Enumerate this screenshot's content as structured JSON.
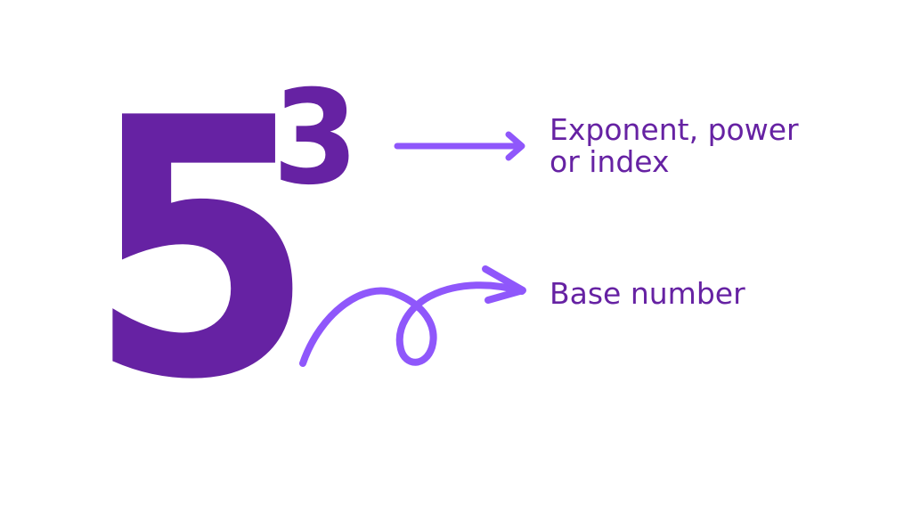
{
  "expression": {
    "base": "5",
    "exponent": "3"
  },
  "labels": {
    "exponent": "Exponent, power\nor index",
    "base": "Base number"
  },
  "arrows": {
    "exponent_arrow": "straight-arrow-right",
    "base_arrow": "curly-loop-arrow-right"
  },
  "colors": {
    "number": "#6622a3",
    "label": "#6622a3",
    "arrow": "#8f57fb",
    "background": "#ffffff"
  }
}
